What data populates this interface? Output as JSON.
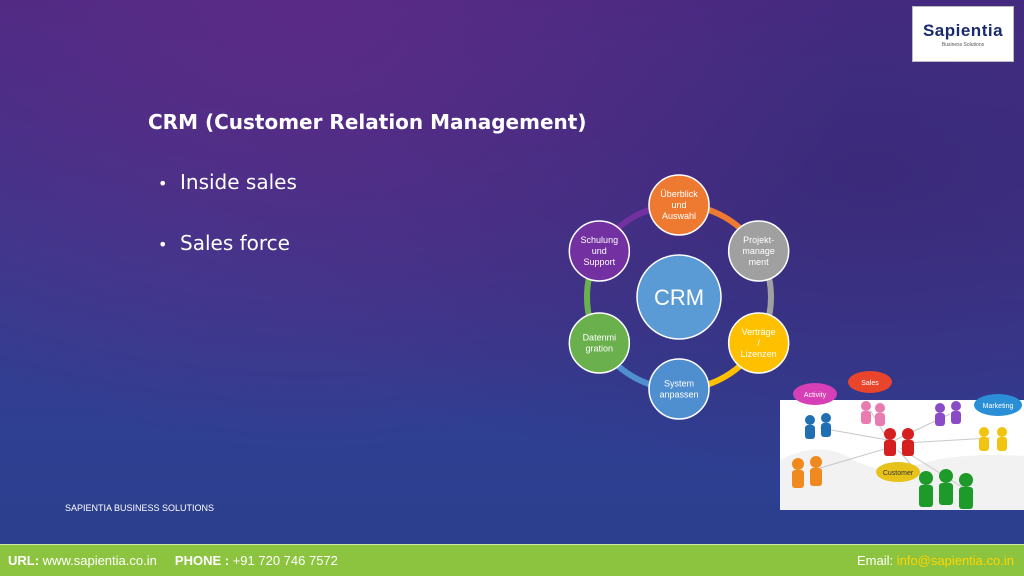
{
  "logo": {
    "name": "Sapientia",
    "tagline": "Business Solutions"
  },
  "slide": {
    "title": "CRM (Customer Relation Management)",
    "bullets": [
      "Inside sales",
      "Sales force"
    ],
    "company": "SAPIENTIA BUSINESS SOLUTIONS"
  },
  "diagram": {
    "center": "CRM",
    "nodes": [
      {
        "lines": [
          "Überblick",
          "und",
          "Auswahl"
        ],
        "color": "#ee7a32"
      },
      {
        "lines": [
          "Projekt-",
          "manage",
          "ment"
        ],
        "color": "#a0a0a0"
      },
      {
        "lines": [
          "Verträge",
          "/",
          "Lizenzen"
        ],
        "color": "#ffc000"
      },
      {
        "lines": [
          "System",
          "anpassen"
        ],
        "color": "#4f8fd0"
      },
      {
        "lines": [
          "Datenmi",
          "gration"
        ],
        "color": "#6ab04c"
      },
      {
        "lines": [
          "Schulung",
          "und",
          "Support"
        ],
        "color": "#7330a0"
      }
    ]
  },
  "illustration": {
    "bubbles": [
      "Activity",
      "Sales",
      "Marketing",
      "Customer"
    ]
  },
  "footer": {
    "url_label": "URL:",
    "url": "www.sapientia.co.in",
    "phone_label": "PHONE :",
    "phone": "+91 720 746 7572",
    "email_label": "Email:",
    "email": "info@sapientia.co.in"
  }
}
